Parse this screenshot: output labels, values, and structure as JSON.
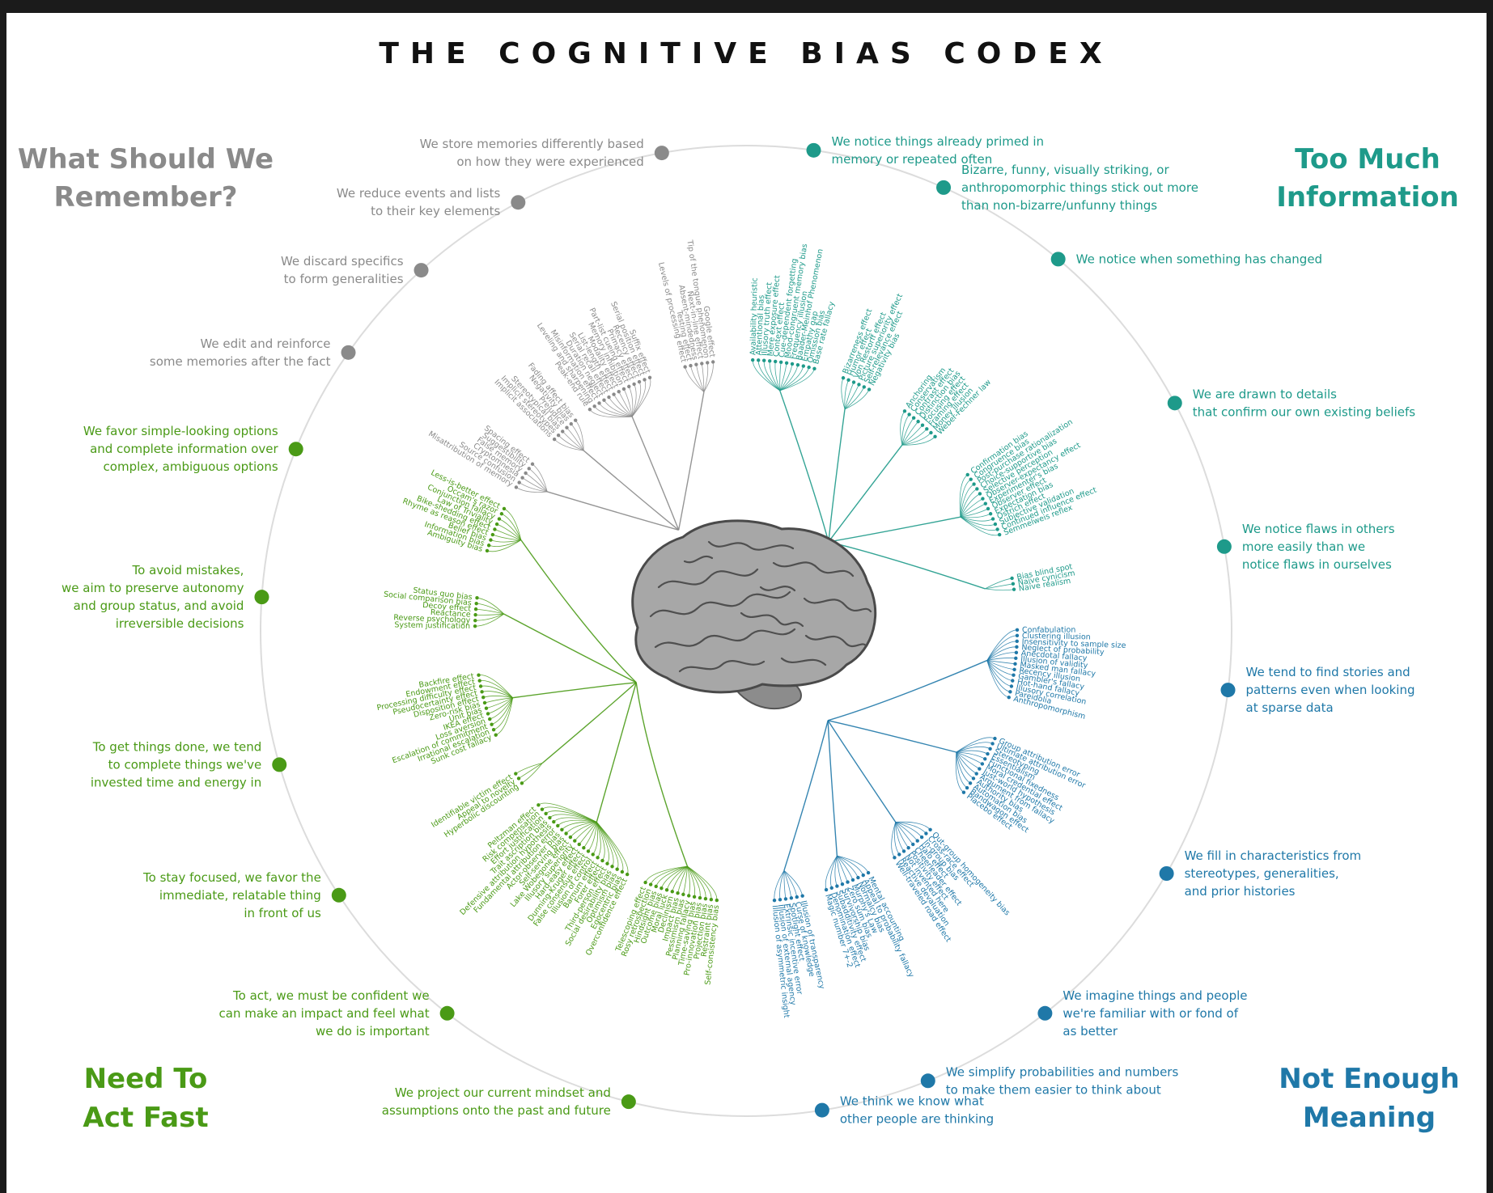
{
  "title": "THE COGNITIVE BIAS CODEX",
  "colors": {
    "remember": "#8a8a8a",
    "information": "#1e9a8a",
    "meaning": "#1f78a8",
    "act": "#4a9a16",
    "ring": "#dcdcdc",
    "background": "#ffffff",
    "frame": "#1b1b1b"
  },
  "quadrants": [
    {
      "name": "Too Much Information",
      "title_lines": [
        "Too Much",
        "Information"
      ],
      "color": "#1e9a8a",
      "categories": [
        {
          "lines": [
            "We notice things already primed in",
            "memory or repeated often"
          ],
          "dot_angle": 8,
          "biases": [
            "Availability heuristic",
            "Attentional bias",
            "Illusory truth effect",
            "Mere exposure effect",
            "Context effect",
            "Cue-dependent forgetting",
            "Mood-congruent memory bias",
            "Frequency illusion",
            "Baader-Meinhof Phenomenon",
            "Empathy gap",
            "Omission bias",
            "Base rate fallacy"
          ]
        },
        {
          "lines": [
            "Bizarre, funny, visually striking, or",
            "anthropomorphic things stick out more",
            "than non-bizarre/unfunny things"
          ],
          "dot_angle": 24,
          "biases": [
            "Bizarreness effect",
            "Humor effect",
            "Von Restorff effect",
            "Picture superiority effect",
            "Self-relevance effect",
            "Negativity bias"
          ]
        },
        {
          "lines": [
            "We notice when something has changed"
          ],
          "dot_angle": 40,
          "biases": [
            "Anchoring",
            "Conservatism",
            "Contrast effect",
            "Distinction bias",
            "Focusing effect",
            "Framing effect",
            "Money illusion",
            "Weber-Fechner law"
          ]
        },
        {
          "lines": [
            "We are drawn to details",
            "that confirm our own existing beliefs"
          ],
          "dot_angle": 62,
          "biases": [
            "Confirmation bias",
            "Congruence bias",
            "Post-purchase rationalization",
            "Choice-supportive bias",
            "Selective perception",
            "Observer-expectancy effect",
            "Experimenter's bias",
            "Observer effect",
            "Expectation bias",
            "Ostrich effect",
            "Subjective validation",
            "Continued influence effect",
            "Semmelweis reflex"
          ]
        },
        {
          "lines": [
            "We notice flaws in others",
            "more easily than we",
            "notice flaws in ourselves"
          ],
          "dot_angle": 80,
          "biases": [
            "Bias blind spot",
            "Naïve cynicism",
            "Naïve realism"
          ]
        }
      ]
    },
    {
      "name": "Not Enough Meaning",
      "title_lines": [
        "Not Enough",
        "Meaning"
      ],
      "color": "#1f78a8",
      "categories": [
        {
          "lines": [
            "We tend to find stories and",
            "patterns even when looking",
            "at sparse data"
          ],
          "dot_angle": 97,
          "biases": [
            "Confabulation",
            "Clustering illusion",
            "Insensitivity to sample size",
            "Neglect of probability",
            "Anecdotal fallacy",
            "Illusion of validity",
            "Masked man fallacy",
            "Recency illusion",
            "Gambler's fallacy",
            "Hot-hand fallacy",
            "Illusory correlation",
            "Pareidolia",
            "Anthropomorphism"
          ]
        },
        {
          "lines": [
            "We fill in characteristics from",
            "stereotypes, generalities,",
            "and prior histories"
          ],
          "dot_angle": 120,
          "biases": [
            "Group attribution error",
            "Ultimate attribution error",
            "Stereotyping",
            "Essentialism",
            "Functional fixedness",
            "Moral credential effect",
            "Just-world hypothesis",
            "Argument from fallacy",
            "Authority bias",
            "Automation bias",
            "Bandwagon effect",
            "Placebo effect"
          ]
        },
        {
          "lines": [
            "We imagine things and people",
            "we're familiar with or fond of",
            "as better"
          ],
          "dot_angle": 142,
          "biases": [
            "Out-group homogeneity bias",
            "Cross-race effect",
            "In-group bias",
            "Halo effect",
            "Cheerleader effect",
            "Positivity effect",
            "Not invented here",
            "Reactive devaluation",
            "Well-traveled road effect"
          ]
        },
        {
          "lines": [
            "We simplify probabilities and numbers",
            "to make them easier to think about"
          ],
          "dot_angle": 158,
          "biases": [
            "Mental accounting",
            "Appeal to probability fallacy",
            "Normalcy bias",
            "Murphy's Law",
            "Zero sum bias",
            "Survivorship bias",
            "Subadditivity effect",
            "Denomination effect",
            "Magic number 7+-2"
          ]
        },
        {
          "lines": [
            "We think we know what",
            "other people are thinking"
          ],
          "dot_angle": 171,
          "biases": [
            "Illusion of transparency",
            "Curse of knowledge",
            "Spotlight effect",
            "Extrinsic incentive error",
            "Illusion of external agency",
            "Illusion of asymmetric insight"
          ]
        }
      ]
    },
    {
      "name": "Need To Act Fast",
      "title_lines": [
        "Need To",
        "Act Fast"
      ],
      "color": "#4a9a16",
      "categories": [
        {
          "lines": [
            "We project our current mindset and",
            "assumptions onto the past and future"
          ],
          "dot_angle": 194,
          "biases": [
            "Self-consistency bias",
            "Restraint bias",
            "Projection bias",
            "Pro-innovation bias",
            "Time-saving bias",
            "Planning fallacy",
            "Pessimism bias",
            "Impact bias",
            "Declinism",
            "Moral luck",
            "Outcome bias",
            "Hindsight bias",
            "Rosy retrospection",
            "Telescoping effect"
          ]
        },
        {
          "lines": [
            "To act, we must be confident we",
            "can make an impact and feel what",
            "we do is important"
          ],
          "dot_angle": 218,
          "biases": [
            "Overconfidence effect",
            "Egocentric bias",
            "Optimism bias",
            "Social desirability bias",
            "Third-person effect",
            "Forer effect",
            "Barnum effect",
            "Illusion of control",
            "False consensus effect",
            "Dunning-Kruger effect",
            "Hard-easy effect",
            "Illusory superiority",
            "Lake Wobegone effect",
            "Self-serving bias",
            "Actor-observer bias",
            "Fundamental attribution error",
            "Defensive attribution hypothesis",
            "Trait ascription bias",
            "Effort justification",
            "Risk compensation",
            "Peltzman effect"
          ]
        },
        {
          "lines": [
            "To stay focused, we favor the",
            "immediate, relatable thing",
            "in front of us"
          ],
          "dot_angle": 237,
          "biases": [
            "Hyperbolic discounting",
            "Appeal to novelty",
            "Identifiable victim effect"
          ]
        },
        {
          "lines": [
            "To get things done, we tend",
            "to complete things we've",
            "invested time and energy in"
          ],
          "dot_angle": 254,
          "biases": [
            "Sunk cost fallacy",
            "Irrational escalation",
            "Escalation of commitment",
            "Loss aversion",
            "IKEA effect",
            "Unit bias",
            "Zero-risk bias",
            "Disposition effect",
            "Pseudocertainty effect",
            "Processing difficulty effect",
            "Endowment effect",
            "Backfire effect"
          ]
        },
        {
          "lines": [
            "To avoid mistakes,",
            "we aim to preserve autonomy",
            "and group status, and avoid",
            "irreversible decisions"
          ],
          "dot_angle": 274,
          "biases": [
            "System justification",
            "Reverse psychology",
            "Reactance",
            "Decoy effect",
            "Social comparison bias",
            "Status quo bias"
          ]
        },
        {
          "lines": [
            "We favor simple-looking options",
            "and complete information over",
            "complex, ambiguous options"
          ],
          "dot_angle": 292,
          "biases": [
            "Ambiguity bias",
            "Information bias",
            "Belief bias",
            "Rhyme as reason effect",
            "Bike-shedding effect",
            "Law of Triviality",
            "Conjunction fallacy",
            "Occam's razor",
            "Less-is-better effect"
          ]
        }
      ]
    },
    {
      "name": "What Should We Remember?",
      "title_lines": [
        "What Should We",
        "Remember?"
      ],
      "color": "#8a8a8a",
      "categories": [
        {
          "lines": [
            "We edit and reinforce",
            "some memories after the fact"
          ],
          "dot_angle": 305,
          "biases": [
            "Misattribution of memory",
            "Source confusion",
            "Cryptomnesia",
            "False memory",
            "Suggestibility",
            "Spacing effect"
          ]
        },
        {
          "lines": [
            "We discard specifics",
            "to form generalities"
          ],
          "dot_angle": 318,
          "biases": [
            "Implicit associations",
            "Implicit stereotypes",
            "Stereotypical bias",
            "Prejudice",
            "Negativity bias",
            "Fading affect bias"
          ]
        },
        {
          "lines": [
            "We reduce events and lists",
            "to their key elements"
          ],
          "dot_angle": 332,
          "biases": [
            "Peak-end rule",
            "Leveling and sharpening",
            "Misinformation effect",
            "Duration neglect",
            "Serial recall effect",
            "List-length effect",
            "Modality effect",
            "Memory inhibition",
            "Part-list cueing effect",
            "Primacy effect",
            "Recency effect",
            "Serial position effect",
            "Suffix effect"
          ]
        },
        {
          "lines": [
            "We store memories differently based",
            "on how they were experienced"
          ],
          "dot_angle": 350,
          "biases": [
            "Levels of processing effect",
            "Testing effect",
            "Absent-mindedness",
            "Next-in-line effect",
            "Tip of the tongue phenomenon",
            "Google effect"
          ]
        }
      ]
    }
  ]
}
